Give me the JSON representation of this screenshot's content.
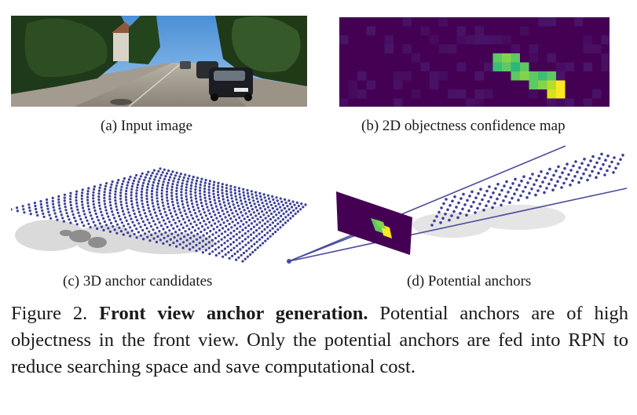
{
  "figure": {
    "panels": {
      "a": {
        "label": "(a) Input image"
      },
      "b": {
        "label": "(b) 2D objectness confidence map"
      },
      "c": {
        "label": "(c) 3D anchor candidates"
      },
      "d": {
        "label": "(d) Potential anchors"
      }
    },
    "caption": {
      "number": "Figure 2.",
      "title": "Front view anchor generation.",
      "body": "Potential anchors are of high objectness in the front view. Only the potential anchors are fed into RPN to reduce searching space and save computational cost."
    }
  },
  "colors": {
    "heatmap_bg": "#440154",
    "heatmap_mid": "#21918c",
    "heatmap_green": "#5ec962",
    "heatmap_yellow": "#fde725",
    "anchor_dot": "#3b3f9a",
    "ray_line": "#4a4e9e"
  }
}
